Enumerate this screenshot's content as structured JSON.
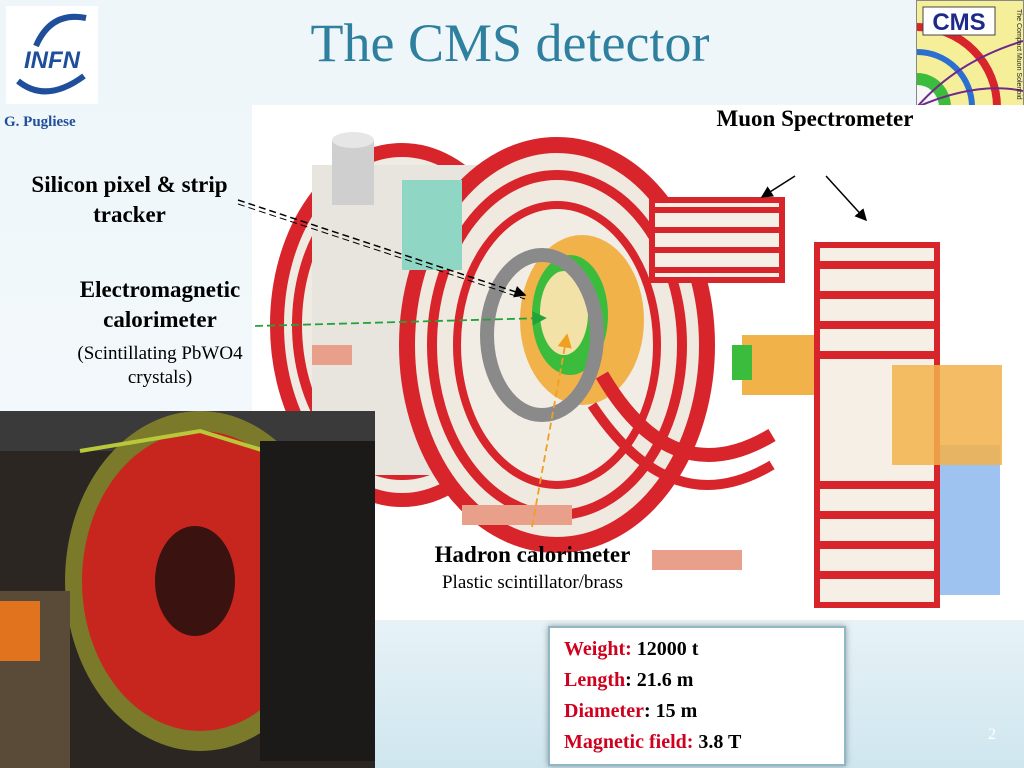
{
  "slide": {
    "title": "The CMS detector",
    "author": "G. Pugliese",
    "page_number": "2"
  },
  "logos": {
    "left_text": "INFN",
    "right_text": "CMS",
    "right_subtext": "The Compact Muon Solenoid"
  },
  "labels": {
    "tracker": "Silicon pixel & strip tracker",
    "ecal_title": "Electromagnetic calorimeter",
    "ecal_detail": "(Scintillating PbWO4 crystals)",
    "muon": "Muon Spectrometer",
    "hcal_title": "Hadron calorimeter",
    "hcal_detail": "Plastic scintillator/brass"
  },
  "specs": [
    {
      "key": "Weight:",
      "value": " 12000 t"
    },
    {
      "key": "Length",
      "value": ": 21.6 m"
    },
    {
      "key": "Diameter",
      "value": ": 15 m"
    },
    {
      "key": "Magnetic field:",
      "value": " 3.8 T"
    }
  ],
  "colors": {
    "title": "#2f7f9e",
    "accent_red": "#d0001f",
    "detector_red": "#d8242b",
    "ecal_green": "#3cbc3c",
    "hcal_orange": "#f2b24a"
  }
}
